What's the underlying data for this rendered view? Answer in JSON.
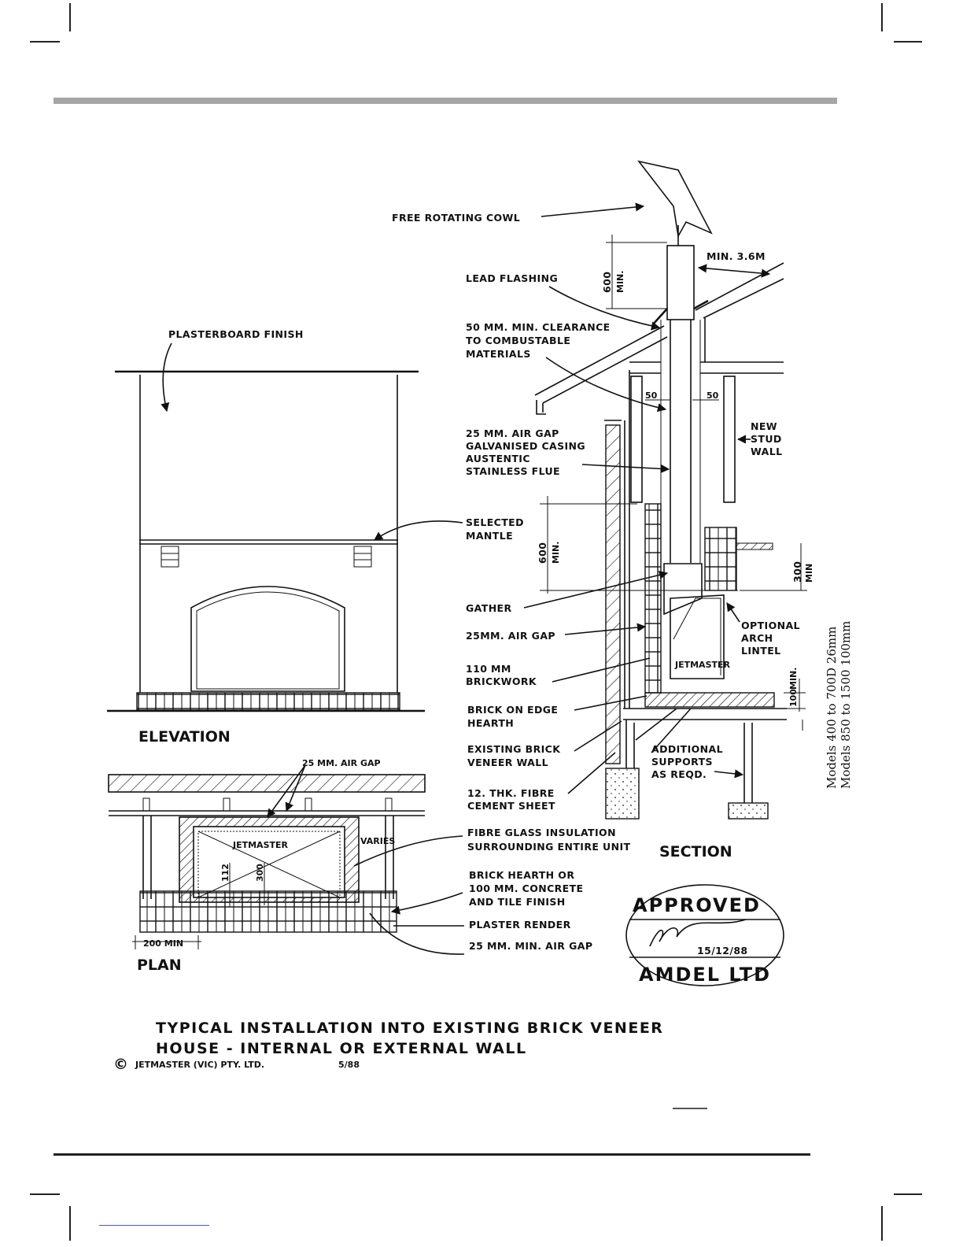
{
  "labels": {
    "cowl": "FREE ROTATING COWL",
    "min_height": "MIN. 3.6M",
    "lead_flashing": "LEAD FLASHING",
    "clearance_1": "50 MM. MIN. CLEARANCE",
    "clearance_2": "TO COMBUSTABLE",
    "clearance_3": "MATERIALS",
    "plasterboard": "PLASTERBOARD FINISH",
    "air_gap_casing_1": "25 MM. AIR GAP",
    "air_gap_casing_2": "GALVANISED CASING",
    "air_gap_casing_3": "AUSTENTIC",
    "air_gap_casing_4": "STAINLESS FLUE",
    "stud_1": "NEW",
    "stud_2": "STUD",
    "stud_3": "WALL",
    "mantle_1": "SELECTED",
    "mantle_2": "MANTLE",
    "gather": "GATHER",
    "air_gap": "25MM. AIR GAP",
    "brickwork_1": "110 MM",
    "brickwork_2": "BRICKWORK",
    "arch_1": "OPTIONAL",
    "arch_2": "ARCH",
    "arch_3": "LINTEL",
    "hearth_1": "BRICK ON EDGE",
    "hearth_2": "HEARTH",
    "veneer_1": "EXISTING BRICK",
    "veneer_2": "VENEER WALL",
    "supports_1": "ADDITIONAL",
    "supports_2": "SUPPORTS",
    "supports_3": "AS REQD.",
    "fibre_sheet_1": "12. THK. FIBRE",
    "fibre_sheet_2": "CEMENT SHEET",
    "insulation_1": "FIBRE GLASS INSULATION",
    "insulation_2": "SURROUNDING ENTIRE UNIT",
    "brick_hearth_1": "BRICK HEARTH OR",
    "brick_hearth_2": "100 MM. CONCRETE",
    "brick_hearth_3": "AND TILE FINISH",
    "plaster_render": "PLASTER RENDER",
    "min_air_gap": "25 MM. MIN. AIR GAP",
    "plan_air_gap": "25 MM. AIR GAP",
    "varies": "VARIES",
    "jetmaster": "JETMASTER",
    "jetmaster_section": "JETMASTER"
  },
  "dimensions": {
    "six_hundred": "600",
    "min": "MIN.",
    "fifty_left": "50",
    "fifty_right": "50",
    "three_hundred": "300",
    "min_small": "MIN",
    "hundred": "100",
    "min_hearth": "MIN.",
    "plan_200": "200 MIN",
    "plan_112": "112",
    "plan_300": "300"
  },
  "views": {
    "elevation": "ELEVATION",
    "plan": "PLAN",
    "section": "SECTION"
  },
  "title": {
    "line1": "TYPICAL INSTALLATION INTO EXISTING BRICK VENEER",
    "line2": "HOUSE - INTERNAL OR EXTERNAL WALL",
    "copyright_symbol": "©",
    "copyright": "JETMASTER (VIC) PTY. LTD.",
    "date": "5/88"
  },
  "stamp": {
    "top": "APPROVED",
    "bottom": "AMDEL LTD",
    "date": "15/12/88"
  },
  "models": {
    "line1": "Models 400 to 700D 26mm",
    "line2": "Models 850 to 1500 100mm"
  },
  "colors": {
    "rule": "#a6a6a6",
    "ink": "#111111",
    "link": "#3a5bd9"
  }
}
